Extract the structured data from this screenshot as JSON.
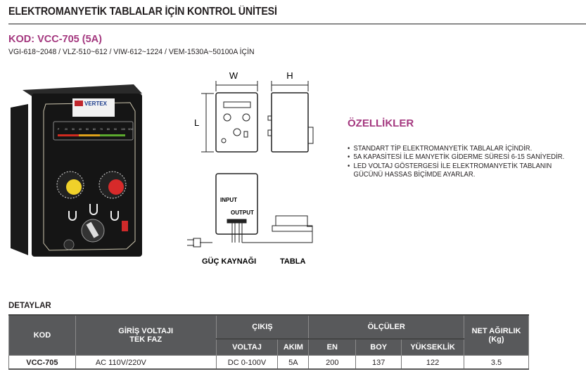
{
  "header": {
    "title": "ELEKTROMANYETİK TABLALAR İÇİN KONTROL ÜNİTESİ",
    "code": "KOD: VCC-705 (5A)",
    "models": "VGI-618~2048 / VLZ-510~612 / VIW-612~1224 / VEM-1530A~50100A İÇİN"
  },
  "product_photo": {
    "brand": "VERTEX",
    "meter_scale": [
      "P",
      "20",
      "30",
      "40",
      "50",
      "60",
      "70",
      "80",
      "90",
      "100",
      "VDC"
    ]
  },
  "diagram": {
    "width_label": "W",
    "height_label": "H",
    "length_label": "L",
    "input_label": "INPUT",
    "output_label": "OUTPUT",
    "power_label": "GÜÇ KAYNAĞI",
    "table_label": "TABLA"
  },
  "features": {
    "title": "ÖZELLİKLER",
    "items": [
      "STANDART TİP ELEKTROMANYETİK TABLALAR İÇİNDİR.",
      "5A KAPASİTESİ İLE MANYETİK GİDERME SÜRESİ 6-15 SANİYEDİR.",
      "LED VOLTAJ GÖSTERGESİ İLE ELEKTROMANYETİK TABLANIN"
    ],
    "item3_cont": "GÜCÜNÜ HASSAS BİÇİMDE AYARLAR."
  },
  "details": {
    "title": "DETAYLAR",
    "headers": {
      "kod": "KOD",
      "input_1": "GİRİŞ VOLTAJI",
      "input_2": "TEK FAZ",
      "output": "ÇIKIŞ",
      "voltage": "VOLTAJ",
      "current": "AKIM",
      "dimensions": "ÖLÇÜLER",
      "en": "EN",
      "boy": "BOY",
      "height": "YÜKSEKLİK",
      "weight_1": "NET AĞIRLIK",
      "weight_2": "(Kg)"
    },
    "rows": [
      {
        "kod": "VCC-705",
        "input": "AC 110V/220V",
        "voltage": "DC 0-100V",
        "current": "5A",
        "en": "200",
        "boy": "137",
        "height": "122",
        "weight": "3.5"
      }
    ]
  },
  "colors": {
    "accent": "#a4387f",
    "table_header": "#58595b"
  }
}
